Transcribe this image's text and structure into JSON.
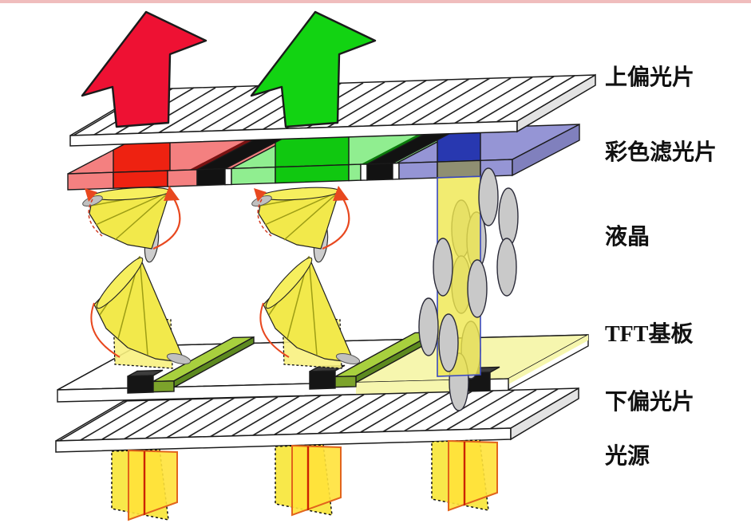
{
  "diagram": {
    "type": "LCD / TFT panel structure schematic",
    "labels": {
      "upper_polarizer": "上偏光片",
      "color_filter": "彩色滤光片",
      "liquid_crystal": "液晶",
      "tft_substrate": "TFT基板",
      "lower_polarizer": "下偏光片",
      "light_source": "光源"
    },
    "colors": {
      "red_arrow": "#ee1133",
      "green_arrow": "#12d312",
      "filter_red": "#ee2211",
      "filter_red_light": "#f48080",
      "filter_green": "#10c810",
      "filter_green_light": "#90ee90",
      "filter_blue": "#2838b0",
      "filter_blue_light": "#9595d5",
      "black_matrix": "#121212",
      "electrode_green": "#a8d03e",
      "lc_fan_yellow": "#f2e94b",
      "beam_yellow": "#efe74d",
      "molecule_gray": "#c9c9c9",
      "pale_lit_substrate": "#f6f6ae",
      "light_plane_yellow": "#f8e84a",
      "top_border_pink": "#f0bdbd"
    }
  }
}
